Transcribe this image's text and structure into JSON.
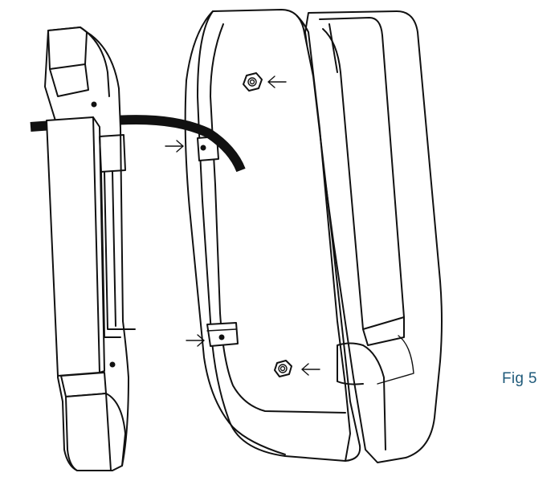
{
  "figure": {
    "caption": "Fig 5",
    "caption_color": "#1f5a7a",
    "line_color": "#111111",
    "background": "#ffffff"
  },
  "parts": [
    {
      "name": "handle-part",
      "icon": "handle-bracket-drawing"
    },
    {
      "name": "housing-part",
      "icon": "housing-drawing"
    },
    {
      "name": "cable",
      "icon": "cable-drawing"
    }
  ],
  "indicators": [
    {
      "name": "arrow-to-upper-screw-hole",
      "icon": "arrow-left-icon"
    },
    {
      "name": "arrow-to-upper-slot",
      "icon": "arrow-right-icon"
    },
    {
      "name": "arrow-to-lower-slot",
      "icon": "arrow-right-icon"
    },
    {
      "name": "arrow-to-lower-screw-hole",
      "icon": "arrow-left-icon"
    }
  ]
}
